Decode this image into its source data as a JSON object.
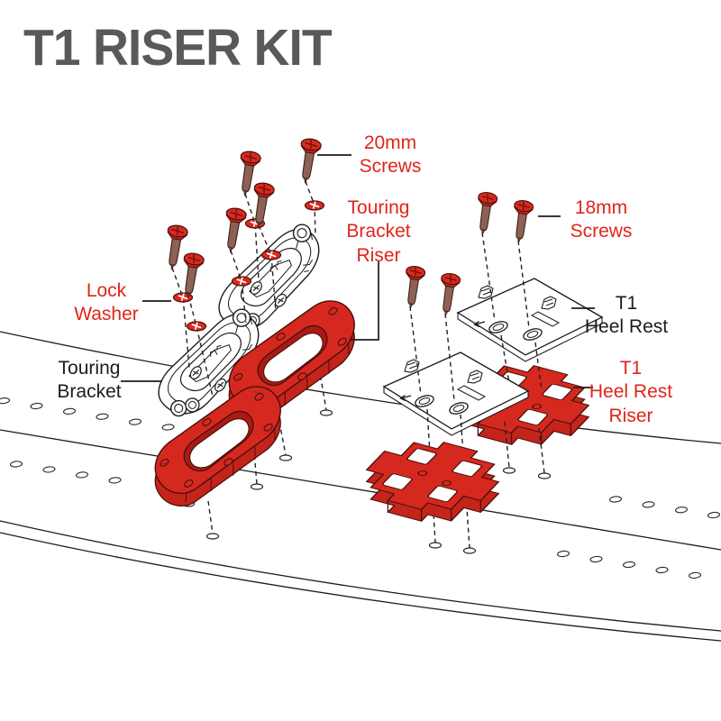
{
  "title": "T1 RISER KIT",
  "labels": {
    "screws_20mm": "20mm\nScrews",
    "touring_bracket_riser": "Touring\nBracket\nRiser",
    "screws_18mm": "18mm\nScrews",
    "t1_heel_rest": "T1\nHeel Rest",
    "lock_washer": "Lock\nWasher",
    "touring_bracket": "Touring\nBracket",
    "t1_heel_rest_riser": "T1\nHeel Rest\nRiser"
  },
  "colors": {
    "label_red": "#e22419",
    "part_red": "#d5291f",
    "part_red_wall": "#c5241b",
    "part_red_dark": "#a81b14",
    "screw_shaft_brown": "#8d6154",
    "title_gray": "#58595b",
    "line_dark": "#1c1c1c"
  }
}
